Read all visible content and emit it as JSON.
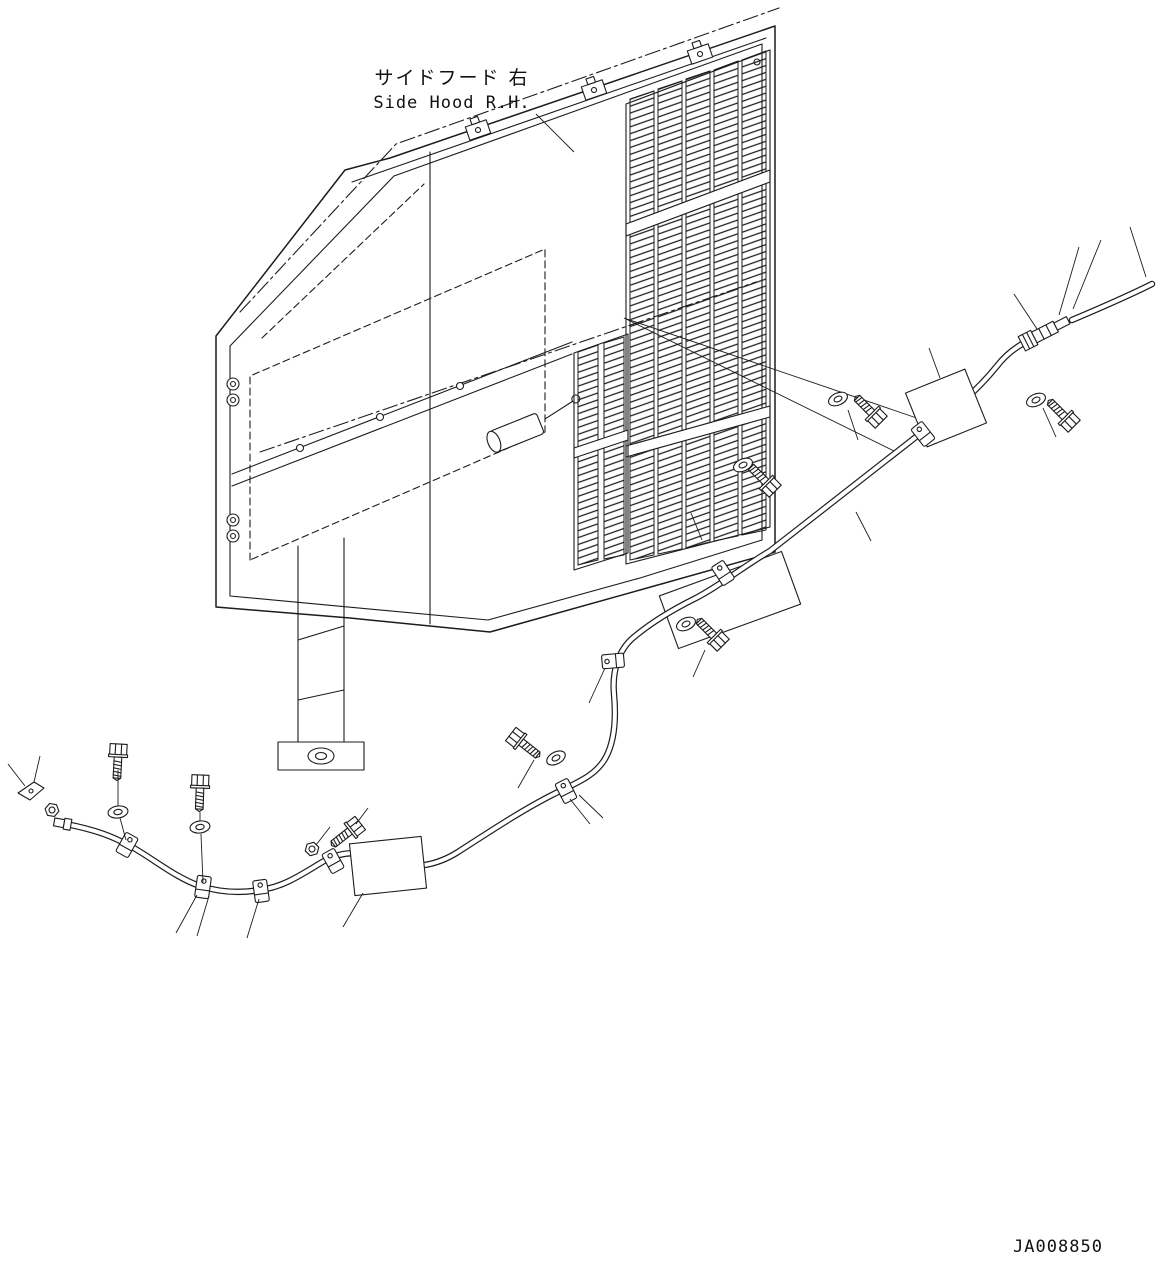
{
  "diagram": {
    "title_jp": "サイドフード 右",
    "title_en": "Side Hood R.H.",
    "drawing_number": "JA008850",
    "colors": {
      "line": "#1c1c1c",
      "background": "#ffffff"
    },
    "components": [
      "side-hood-panel",
      "louver-grille",
      "access-panel",
      "hinge",
      "support-leg",
      "wiring-harness-tube",
      "harness-clamp",
      "mounting-plate",
      "hex-bolt",
      "flat-washer",
      "hex-nut",
      "hose-fitting",
      "clip"
    ]
  }
}
